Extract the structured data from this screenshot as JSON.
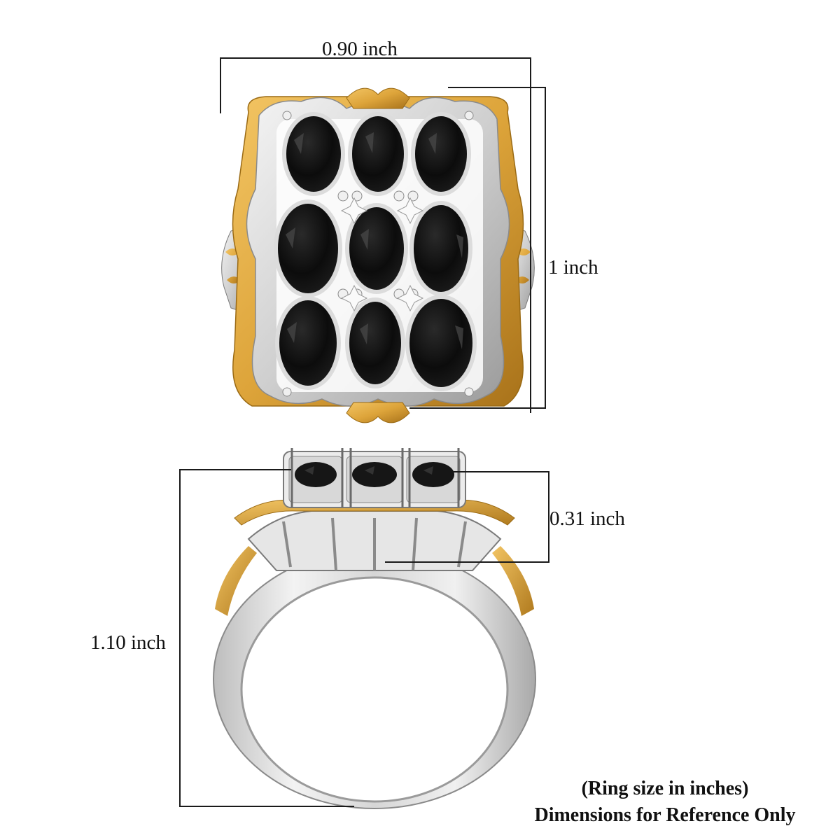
{
  "product_view": {
    "top_view": {
      "width_label": "0.90 inch",
      "length_label": "1 inch",
      "stone_count": 9,
      "stone_layout": "3x3 oval grid"
    },
    "side_view": {
      "height_label": "1.10 inch",
      "setting_height_label": "0.31 inch"
    }
  },
  "footer": {
    "line1": "(Ring size in inches)",
    "line2": "Dimensions for Reference Only"
  },
  "colors": {
    "background": "#ffffff",
    "dimension_line": "#1a1a1a",
    "silver": "#d9d9d9",
    "silver_shadow": "#8a8a8a",
    "gold": "#e0a93c",
    "gold_dark": "#b57d1c",
    "stone": "#0d0d0d",
    "stone_highlight": "#3a3a3a"
  }
}
